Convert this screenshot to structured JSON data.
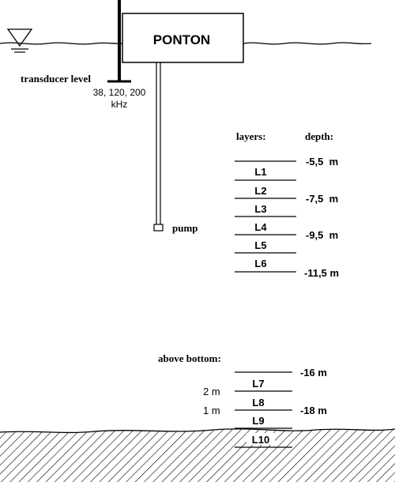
{
  "diagram": {
    "ponton_label": "PONTON",
    "transducer_label": "transducer level",
    "frequency_line1": "38, 120, 200",
    "frequency_line2": "kHz",
    "pump_label": "pump",
    "layers_header": "layers:",
    "depth_header": "depth:",
    "upper_layers": [
      "L1",
      "L2",
      "L3",
      "L4",
      "L5",
      "L6"
    ],
    "upper_depths": [
      "-5,5  m",
      "-7,5  m",
      "-9,5  m",
      "-11,5 m"
    ],
    "above_bottom_label": "above bottom:",
    "bottom_layers": [
      "L7",
      "L8",
      "L9",
      "L10"
    ],
    "bottom_depths": [
      "-16 m",
      "-18 m"
    ],
    "height_labels": [
      "2 m",
      "1 m"
    ]
  }
}
